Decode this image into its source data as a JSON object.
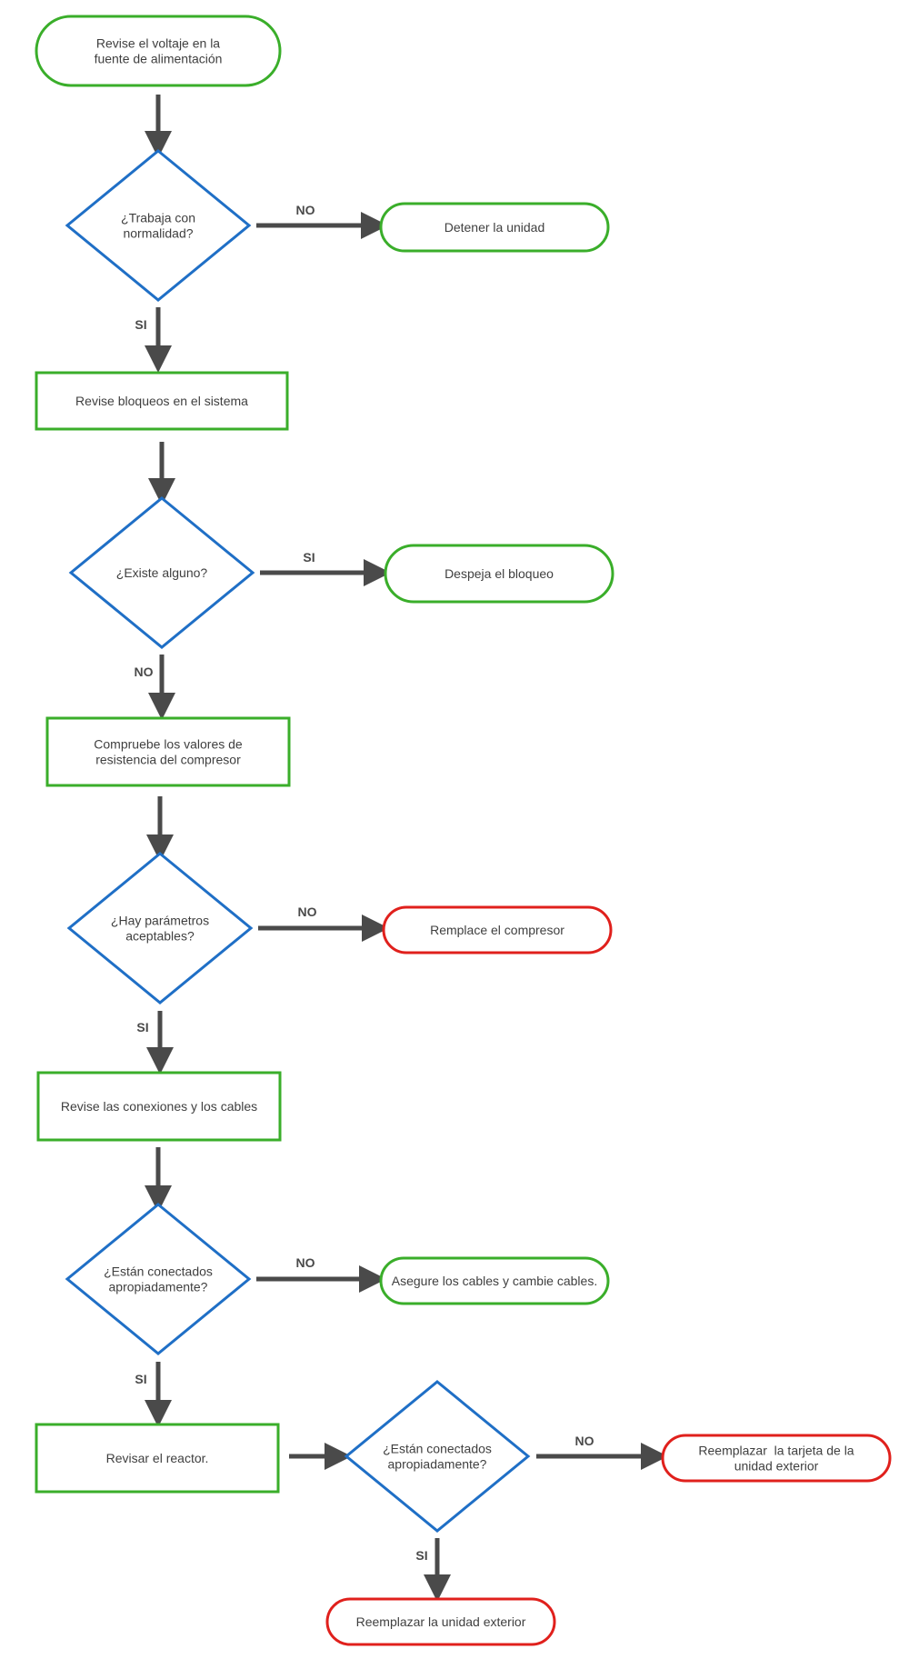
{
  "colors": {
    "green": "#3aae2a",
    "blue": "#1f6fc6",
    "red": "#e0201c",
    "yellow_fill": "#efc40a",
    "arrow": "#4a4a4a",
    "text": "#3f3f3f"
  },
  "nodes": {
    "start": {
      "shape": "terminal",
      "style": "start",
      "lines": [
        "Revise el voltaje en la",
        "fuente de alimentación"
      ]
    },
    "q_normal": {
      "shape": "decision",
      "style": "blue",
      "lines": [
        "¿Trabaja con",
        "normalidad?"
      ]
    },
    "stop_unit": {
      "shape": "terminal",
      "style": "green",
      "lines": [
        "Detener la unidad"
      ]
    },
    "check_blocks": {
      "shape": "process",
      "style": "green",
      "lines": [
        "Revise bloqueos en el sistema"
      ]
    },
    "q_exists": {
      "shape": "decision",
      "style": "blue",
      "lines": [
        "¿Existe alguno?"
      ]
    },
    "clear_block": {
      "shape": "terminal",
      "style": "green",
      "lines": [
        "Despeja el bloqueo"
      ]
    },
    "check_resistance": {
      "shape": "process",
      "style": "green",
      "lines": [
        "Compruebe los valores de",
        "resistencia del compresor"
      ]
    },
    "q_params": {
      "shape": "decision",
      "style": "blue",
      "lines": [
        "¿Hay parámetros",
        "aceptables?"
      ]
    },
    "replace_compressor": {
      "shape": "terminal",
      "style": "red",
      "lines": [
        "Remplace el compresor"
      ]
    },
    "check_connections": {
      "shape": "process",
      "style": "green",
      "lines": [
        "Revise las conexiones y los cables"
      ]
    },
    "q_connected_1": {
      "shape": "decision",
      "style": "blue",
      "lines": [
        "¿Están conectados",
        "apropiadamente?"
      ]
    },
    "secure_cables": {
      "shape": "terminal",
      "style": "green",
      "lines": [
        "Asegure los cables y cambie cables."
      ]
    },
    "check_reactor": {
      "shape": "process",
      "style": "green",
      "lines": [
        "Revisar el reactor."
      ]
    },
    "q_connected_2": {
      "shape": "decision",
      "style": "blue",
      "lines": [
        "¿Están conectados",
        "apropiadamente?"
      ]
    },
    "replace_board": {
      "shape": "terminal",
      "style": "red",
      "lines": [
        "Reemplazar  la tarjeta de la",
        "unidad exterior"
      ]
    },
    "replace_outdoor": {
      "shape": "terminal",
      "style": "red",
      "lines": [
        "Reemplazar la unidad exterior"
      ]
    }
  },
  "edges": [
    {
      "from": "start",
      "to": "q_normal",
      "label": ""
    },
    {
      "from": "q_normal",
      "to": "stop_unit",
      "label": "NO"
    },
    {
      "from": "q_normal",
      "to": "check_blocks",
      "label": "SI"
    },
    {
      "from": "check_blocks",
      "to": "q_exists",
      "label": ""
    },
    {
      "from": "q_exists",
      "to": "clear_block",
      "label": "SI"
    },
    {
      "from": "q_exists",
      "to": "check_resistance",
      "label": "NO"
    },
    {
      "from": "check_resistance",
      "to": "q_params",
      "label": ""
    },
    {
      "from": "q_params",
      "to": "replace_compressor",
      "label": "NO"
    },
    {
      "from": "q_params",
      "to": "check_connections",
      "label": "SI"
    },
    {
      "from": "check_connections",
      "to": "q_connected_1",
      "label": ""
    },
    {
      "from": "q_connected_1",
      "to": "secure_cables",
      "label": "NO"
    },
    {
      "from": "q_connected_1",
      "to": "check_reactor",
      "label": "SI"
    },
    {
      "from": "check_reactor",
      "to": "q_connected_2",
      "label": ""
    },
    {
      "from": "q_connected_2",
      "to": "replace_board",
      "label": "NO"
    },
    {
      "from": "q_connected_2",
      "to": "replace_outdoor",
      "label": "SI"
    }
  ]
}
